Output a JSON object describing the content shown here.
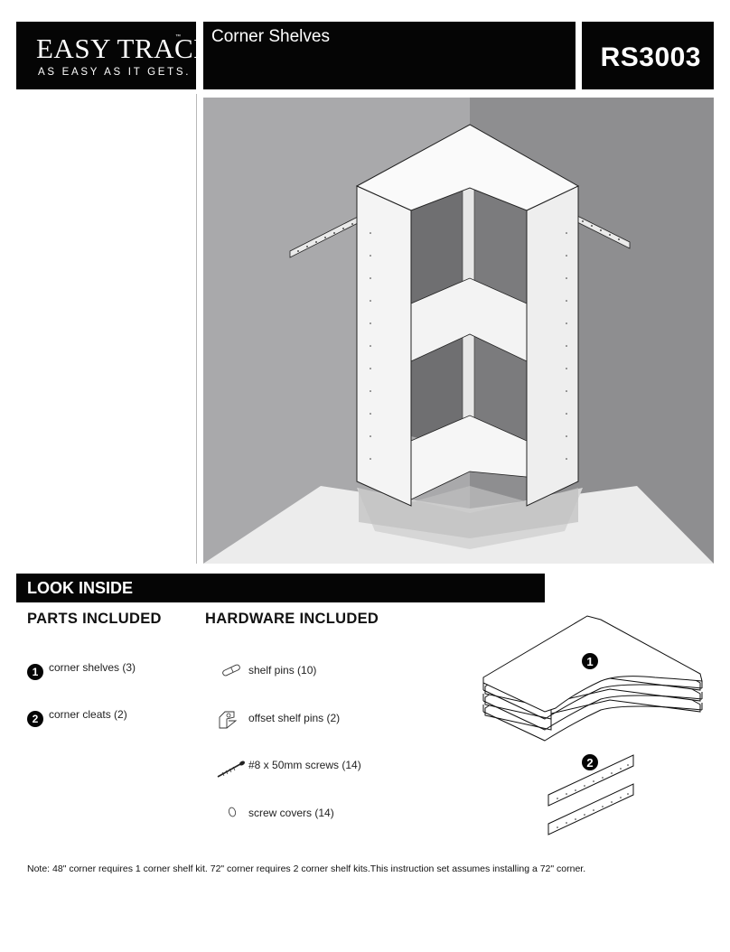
{
  "header": {
    "brand": "EASY TRACK",
    "trademark": "™",
    "tagline": "AS EASY AS IT GETS.",
    "product_title": "Corner Shelves",
    "model_number": "RS3003"
  },
  "section": {
    "title": "LOOK INSIDE"
  },
  "parts": {
    "heading": "PARTS INCLUDED",
    "items": [
      {
        "number": "1",
        "label": "corner shelves (3)"
      },
      {
        "number": "2",
        "label": "corner cleats (2)"
      }
    ]
  },
  "hardware": {
    "heading": "HARDWARE INCLUDED",
    "items": [
      {
        "icon": "shelf-pin-icon",
        "label": "shelf pins (10)"
      },
      {
        "icon": "offset-shelf-pin-icon",
        "label": "offset shelf pins (2)"
      },
      {
        "icon": "screw-icon",
        "label": "#8 x 50mm screws (14)"
      },
      {
        "icon": "screw-cover-icon",
        "label": "screw covers (14)"
      }
    ]
  },
  "parts_illustration": {
    "callout_1": "1",
    "callout_2": "2"
  },
  "note": "Note: 48\" corner requires 1 corner shelf kit. 72\" corner requires 2 corner shelf kits.This instruction set assumes installing a 72\" corner."
}
